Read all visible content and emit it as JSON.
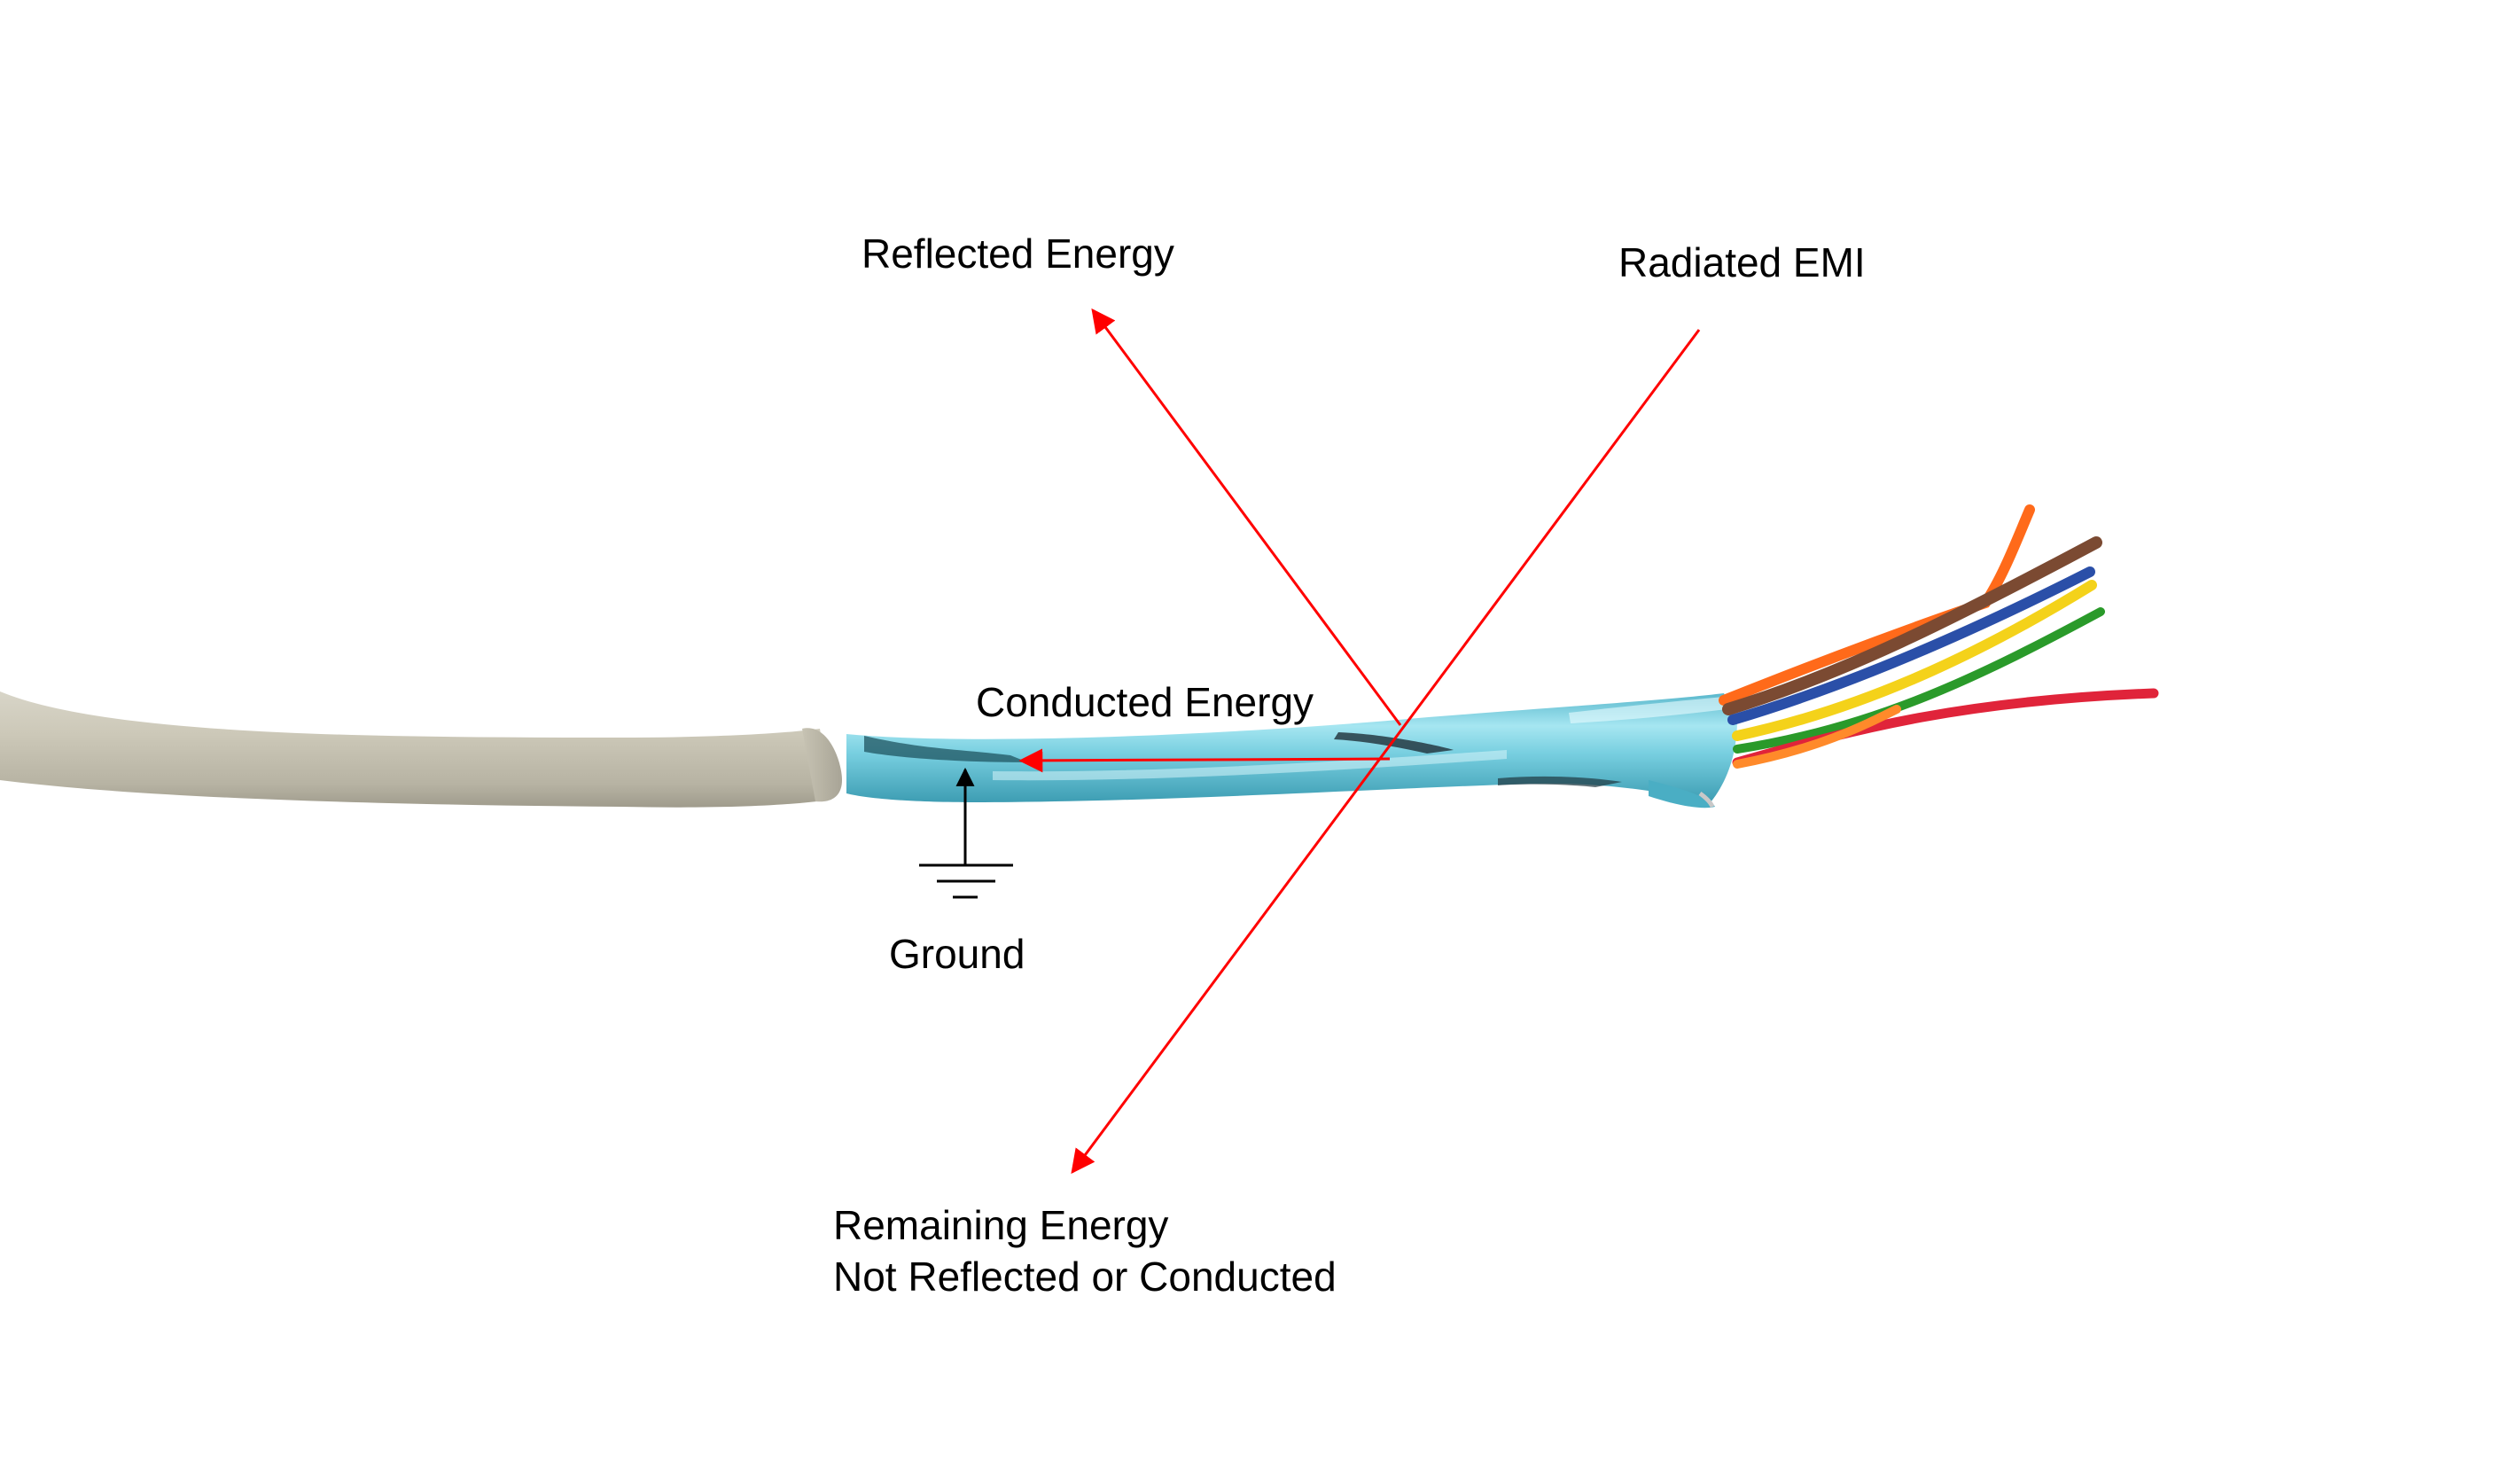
{
  "labels": {
    "reflected": "Reflected Energy",
    "radiated": "Radiated EMI",
    "conducted": "Conducted Energy",
    "ground": "Ground",
    "remaining_line1": "Remaining Energy",
    "remaining_line2": "Not Reflected or Conducted"
  },
  "colors": {
    "arrow": "#ff0000",
    "ground_symbol": "#000000",
    "cable_jacket": "#c9c5b5",
    "foil_shield": "#7fd3e3",
    "wire_orange": "#ff6a1a",
    "wire_brown": "#7b4a32",
    "wire_blue": "#2a4fa8",
    "wire_yellow": "#f4d21a",
    "wire_green": "#2a9a2a",
    "wire_red": "#e0243a"
  }
}
